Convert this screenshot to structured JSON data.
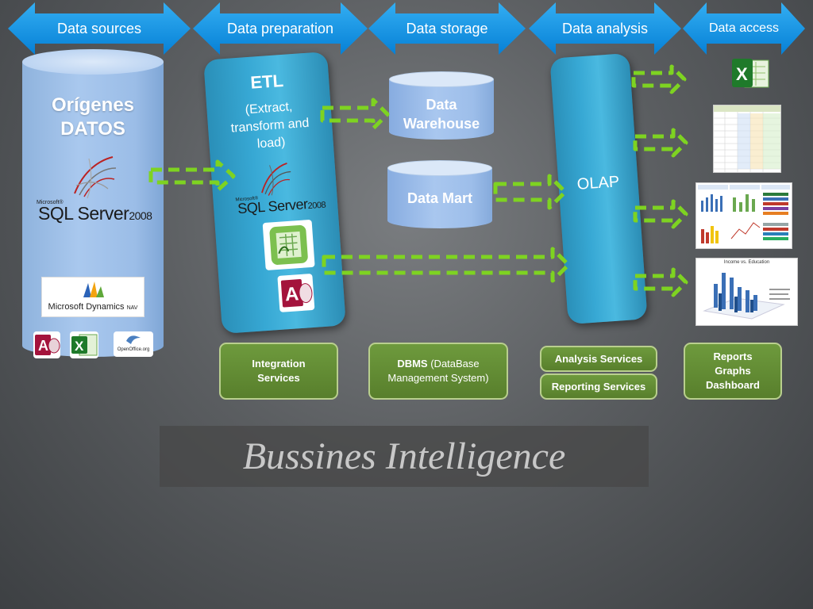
{
  "header": {
    "stages": [
      {
        "label": "Data sources"
      },
      {
        "label": "Data preparation"
      },
      {
        "label": "Data storage"
      },
      {
        "label": "Data analysis"
      },
      {
        "label": "Data access"
      }
    ]
  },
  "sources": {
    "title_line1": "Orígenes",
    "title_line2": "DATOS",
    "sql_prefix": "Microsoft®",
    "sql_name": "SQL Server",
    "sql_version": "2008",
    "dynamics_label": "Microsoft Dynamics",
    "dynamics_suffix": "NAV",
    "openoffice_label": "OpenOffice.org"
  },
  "etl": {
    "title": "ETL",
    "subtitle": "(Extract, transform and load)",
    "sql_prefix": "Microsoft®",
    "sql_name": "SQL Server",
    "sql_version": "2008"
  },
  "storage": {
    "warehouse_line1": "Data",
    "warehouse_line2": "Warehouse",
    "mart": "Data Mart"
  },
  "analysis": {
    "olap": "OLAP"
  },
  "access": {
    "chart_title": "Income vs. Education"
  },
  "boxes": {
    "integration_line1": "Integration",
    "integration_line2": "Services",
    "dbms_bold": "DBMS",
    "dbms_rest": " (DataBase",
    "dbms_line2": "Management System)",
    "analysis_services": "Analysis Services",
    "reporting_services": "Reporting Services",
    "reports": "Reports",
    "graphs": "Graphs",
    "dashboard": "Dashboard"
  },
  "footer": {
    "title": "Bussines Intelligence"
  },
  "colors": {
    "header_arrow": "#0a8fe0",
    "arrow_green": "#7ed321",
    "box_green": "#6e9a3d",
    "teal_panel": "#37a8d4"
  }
}
